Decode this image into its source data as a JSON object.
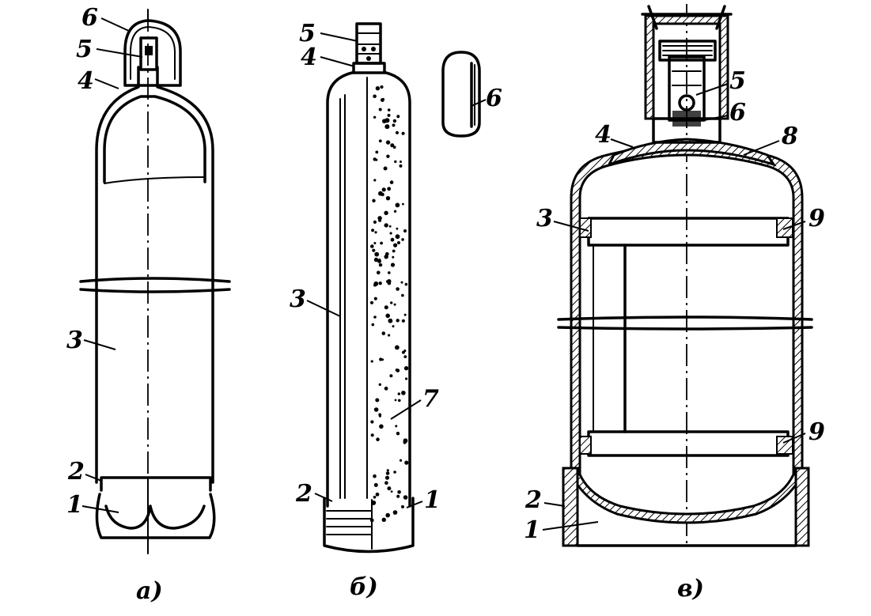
{
  "figures": [
    {
      "id": "a",
      "caption": "а)",
      "labels": {
        "bottom": "1",
        "ring": "2",
        "body": "3",
        "neck": "4",
        "valve": "5",
        "cap": "6"
      }
    },
    {
      "id": "b",
      "caption": "б)",
      "labels": {
        "bottom": "1",
        "ring": "2",
        "body": "3",
        "neck": "4",
        "valve": "5",
        "cap": "6",
        "filler": "7"
      }
    },
    {
      "id": "c",
      "caption": "в)",
      "labels": {
        "bottom": "1",
        "ring": "2",
        "band_left": "3",
        "neck": "4",
        "valve": "5",
        "cap": "6",
        "collar": "8",
        "band_right_top": "9",
        "band_right_bottom": "9"
      }
    }
  ]
}
